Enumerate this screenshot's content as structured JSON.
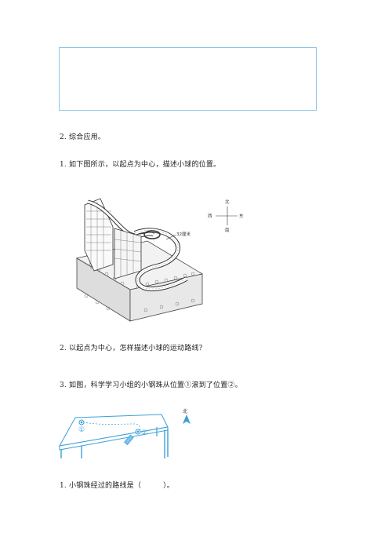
{
  "section": {
    "title": "2. 综合应用。"
  },
  "questions": {
    "q1": "1. 如下图所示，以起点为中心，描述小球的位置。",
    "q2": "2. 以起点为中心，怎样描述小球的运动路线？",
    "q3": "3. 如图，科学学习小组的小钢珠从位置①滚到了位置②。",
    "q3_1_prefix": "1. 小钢珠经过的路线是（",
    "q3_1_suffix": "）。"
  },
  "figure_track": {
    "distance_label": "32厘米"
  },
  "compass": {
    "north": "北",
    "south": "南",
    "west": "西",
    "east": "东"
  },
  "figure_table": {
    "pos1": "①",
    "pos2": "②",
    "north": "北"
  },
  "colors": {
    "figure_blue": "#3aa0d8",
    "box_border": "#8fc7e8"
  }
}
